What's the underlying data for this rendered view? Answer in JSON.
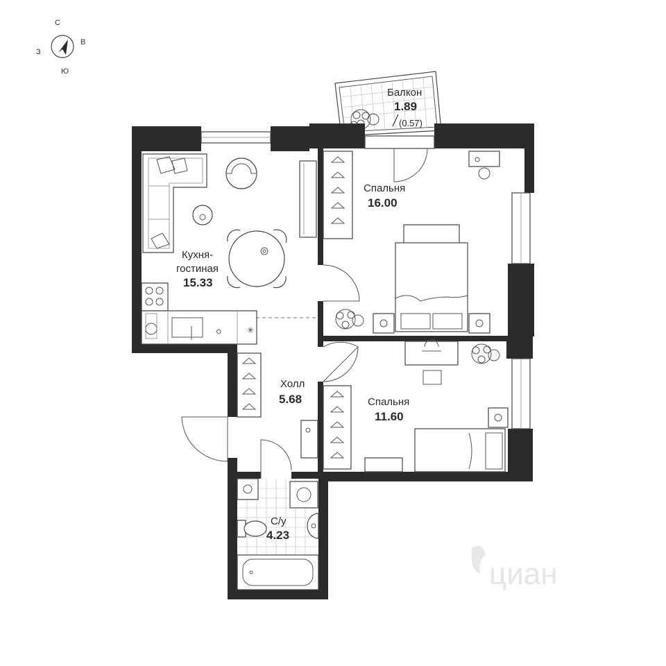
{
  "compass": {
    "north": "С",
    "east": "В",
    "south": "Ю",
    "west": "З"
  },
  "rooms": {
    "balcony": {
      "name": "Балкон",
      "area": "1.89",
      "area_note": "(0.57)"
    },
    "kitchen": {
      "name_line1": "Кухня-",
      "name_line2": "гостиная",
      "area": "15.33"
    },
    "bedroom1": {
      "name": "Спальня",
      "area": "16.00"
    },
    "hall": {
      "name": "Холл",
      "area": "5.68"
    },
    "bedroom2": {
      "name": "Спальня",
      "area": "11.60"
    },
    "bathroom": {
      "name": "С/у",
      "area": "4.23"
    }
  },
  "watermark": "циан",
  "colors": {
    "wall": "#2b2b2b",
    "line": "#444444"
  }
}
